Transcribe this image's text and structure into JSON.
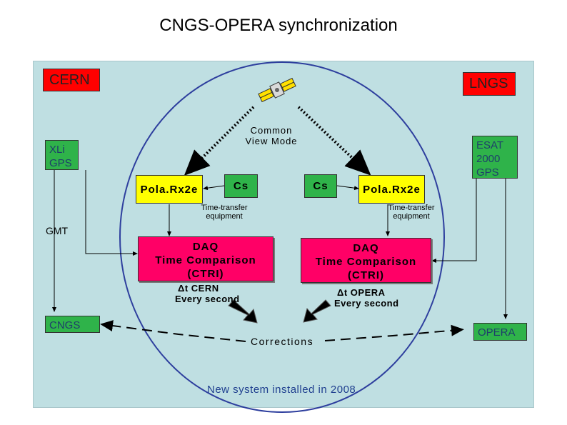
{
  "title": "CNGS-OPERA synchronization",
  "sites": {
    "cern": "CERN",
    "lngs": "LNGS",
    "cngs": "CNGS",
    "opera": "OPERA"
  },
  "gps_boxes": {
    "left_line1": "XLi",
    "left_line2": "GPS",
    "right_line1": "ESAT",
    "right_line2": "2000",
    "right_line3": "GPS"
  },
  "labels": {
    "gmt": "GMT",
    "common_view_line1": "Common",
    "common_view_line2": "View Mode",
    "receiver_left": "Pola.Rx2e",
    "receiver_right": "Pola.Rx2e",
    "cs_left": "Cs",
    "cs_right": "Cs",
    "tte_left_line1": "Time-transfer",
    "tte_left_line2": "equipment",
    "tte_right_line1": "Time-transfer",
    "tte_right_line2": "equipment",
    "daq_line1": "DAQ",
    "daq_line2": "Time Comparison",
    "daq_line3": "(CTRI)",
    "dt_cern_line1": "Δt CERN",
    "dt_cern_line2": "Every second",
    "dt_opera_line1": "Δt OPERA",
    "dt_opera_line2": "Every second",
    "corrections": "Corrections",
    "footer": "New system installed in 2008"
  },
  "colors": {
    "panel": "#bfdfe2",
    "site_red": "#ff0000",
    "gps_green": "#2fb34a",
    "receiver_yellow": "#ffff00",
    "daq_pink": "#ff0066",
    "circle": "#2e3f9e",
    "footer_text": "#1f3f8f"
  },
  "icons": {
    "satellite": "satellite-icon"
  }
}
